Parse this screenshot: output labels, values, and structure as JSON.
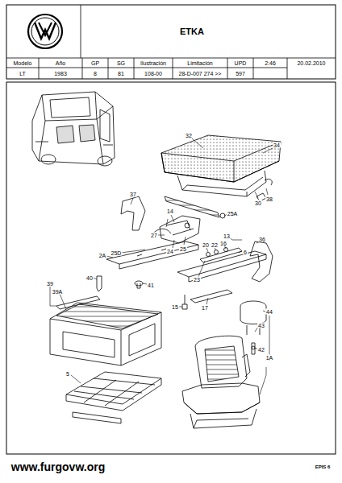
{
  "diagram": {
    "title": "ETKA",
    "labels": [
      "Modelo",
      "Año",
      "GP",
      "SG",
      "Ilustración",
      "Limitación",
      "UPD",
      "LT",
      "1983",
      "8",
      "81",
      "108-00",
      "28-D-007 274 >>",
      "597",
      "2:46",
      "20.02.2010",
      "32",
      "34",
      "38",
      "30",
      "37",
      "25A",
      "14",
      "27",
      "24",
      "25",
      "2A",
      "25D",
      "20",
      "22",
      "16",
      "13",
      "36",
      "6",
      "23",
      "40",
      "41",
      "15",
      "17",
      "39",
      "39A",
      "5",
      "44",
      "43",
      "42",
      "1A",
      "www.furgovw.org",
      "EPIS 6"
    ]
  }
}
